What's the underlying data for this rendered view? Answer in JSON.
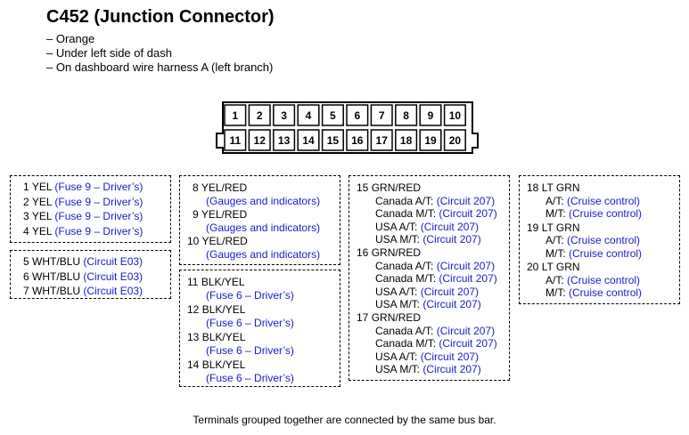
{
  "title": "C452 (Junction Connector)",
  "notes": [
    "– Orange",
    "– Under left side of dash",
    "– On dashboard wire harness A (left branch)"
  ],
  "connector": {
    "top_row": [
      "1",
      "2",
      "3",
      "4",
      "5",
      "6",
      "7",
      "8",
      "9",
      "10"
    ],
    "bottom_row": [
      "11",
      "12",
      "13",
      "14",
      "15",
      "16",
      "17",
      "18",
      "19",
      "20"
    ]
  },
  "groups": [
    {
      "id": "g1",
      "entries": [
        {
          "num": "1",
          "color": "YEL",
          "desc": "(Fuse 9 – Driver’s)"
        },
        {
          "num": "2",
          "color": "YEL",
          "desc": "(Fuse 9 – Driver’s)"
        },
        {
          "num": "3",
          "color": "YEL",
          "desc": "(Fuse 9 – Driver’s)"
        },
        {
          "num": "4",
          "color": "YEL",
          "desc": "(Fuse 9 – Driver’s)"
        }
      ]
    },
    {
      "id": "g2",
      "entries": [
        {
          "num": "5",
          "color": "WHT/BLU",
          "desc": "(Circuit E03)"
        },
        {
          "num": "6",
          "color": "WHT/BLU",
          "desc": "(Circuit E03)"
        },
        {
          "num": "7",
          "color": "WHT/BLU",
          "desc": "(Circuit E03)"
        }
      ]
    },
    {
      "id": "g3",
      "entries": [
        {
          "num": "8",
          "color": "YEL/RED",
          "desc": "(Gauges and indicators)"
        },
        {
          "num": "9",
          "color": "YEL/RED",
          "desc": "(Gauges and indicators)"
        },
        {
          "num": "10",
          "color": "YEL/RED",
          "desc": "(Gauges and indicators)"
        }
      ]
    },
    {
      "id": "g4",
      "entries": [
        {
          "num": "11",
          "color": "BLK/YEL",
          "desc": "(Fuse 6 – Driver’s)"
        },
        {
          "num": "12",
          "color": "BLK/YEL",
          "desc": "(Fuse 6 – Driver’s)"
        },
        {
          "num": "13",
          "color": "BLK/YEL",
          "desc": "(Fuse 6 – Driver’s)"
        },
        {
          "num": "14",
          "color": "BLK/YEL",
          "desc": "(Fuse 6 – Driver’s)"
        }
      ]
    },
    {
      "id": "g5",
      "entries": [
        {
          "num": "15",
          "color": "GRN/RED",
          "subs": [
            {
              "label": "Canada A/T:",
              "desc": "(Circuit 207)"
            },
            {
              "label": "Canada M/T:",
              "desc": "(Circuit 207)"
            },
            {
              "label": "USA A/T:",
              "desc": "(Circuit 207)"
            },
            {
              "label": "USA M/T:",
              "desc": "(Circuit 207)"
            }
          ]
        },
        {
          "num": "16",
          "color": "GRN/RED",
          "subs": [
            {
              "label": "Canada A/T:",
              "desc": "(Circuit 207)"
            },
            {
              "label": "Canada M/T:",
              "desc": "(Circuit 207)"
            },
            {
              "label": "USA A/T:",
              "desc": "(Circuit 207)"
            },
            {
              "label": "USA M/T:",
              "desc": "(Circuit 207)"
            }
          ]
        },
        {
          "num": "17",
          "color": "GRN/RED",
          "subs": [
            {
              "label": "Canada A/T:",
              "desc": "(Circuit 207)"
            },
            {
              "label": "Canada M/T:",
              "desc": "(Circuit 207)"
            },
            {
              "label": "USA A/T:",
              "desc": "(Circuit 207)"
            },
            {
              "label": "USA M/T:",
              "desc": "(Circuit 207)"
            }
          ]
        }
      ]
    },
    {
      "id": "g6",
      "entries": [
        {
          "num": "18",
          "color": "LT GRN",
          "subs": [
            {
              "label": "A/T:",
              "desc": "(Cruise control)"
            },
            {
              "label": "M/T:",
              "desc": "(Cruise control)"
            }
          ]
        },
        {
          "num": "19",
          "color": "LT GRN",
          "subs": [
            {
              "label": "A/T:",
              "desc": "(Cruise control)"
            },
            {
              "label": "M/T:",
              "desc": "(Cruise control)"
            }
          ]
        },
        {
          "num": "20",
          "color": "LT GRN",
          "subs": [
            {
              "label": "A/T:",
              "desc": "(Cruise control)"
            },
            {
              "label": "M/T:",
              "desc": "(Cruise control)"
            }
          ]
        }
      ]
    }
  ],
  "footer": "Terminals grouped together are connected by the same bus bar."
}
